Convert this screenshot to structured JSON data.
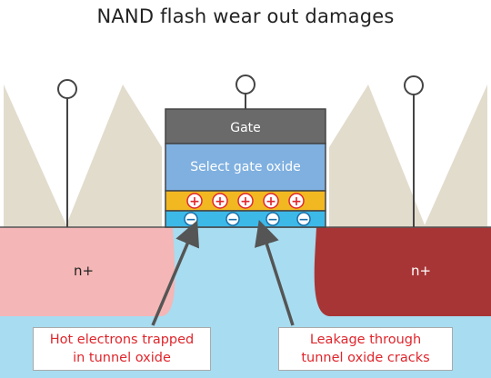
{
  "title": "NAND flash wear out damages",
  "gate_label": "Gate",
  "oxide_label": "Select gate oxide",
  "source_label": "n+",
  "drain_label": "n+",
  "callout_left": [
    "Hot electrons trapped",
    "in tunnel oxide"
  ],
  "callout_right": [
    "Leakage through",
    "tunnel oxide cracks"
  ],
  "trapped_holes": [
    "+",
    "+",
    "+",
    "+",
    "+"
  ],
  "trapped_electrons": [
    "−",
    "−",
    "−",
    "−",
    "−"
  ],
  "colors": {
    "substrate": "#a8dcf0",
    "source": "#f4b6b6",
    "drain": "#a83535",
    "gate": "#6a6a6a",
    "oxide": "#7fb0e0",
    "tunnel_oxide": "#f2b822",
    "trap_layer": "#3db9e8",
    "spacer": "#e2dccd",
    "callout_text": "#e0262c"
  }
}
